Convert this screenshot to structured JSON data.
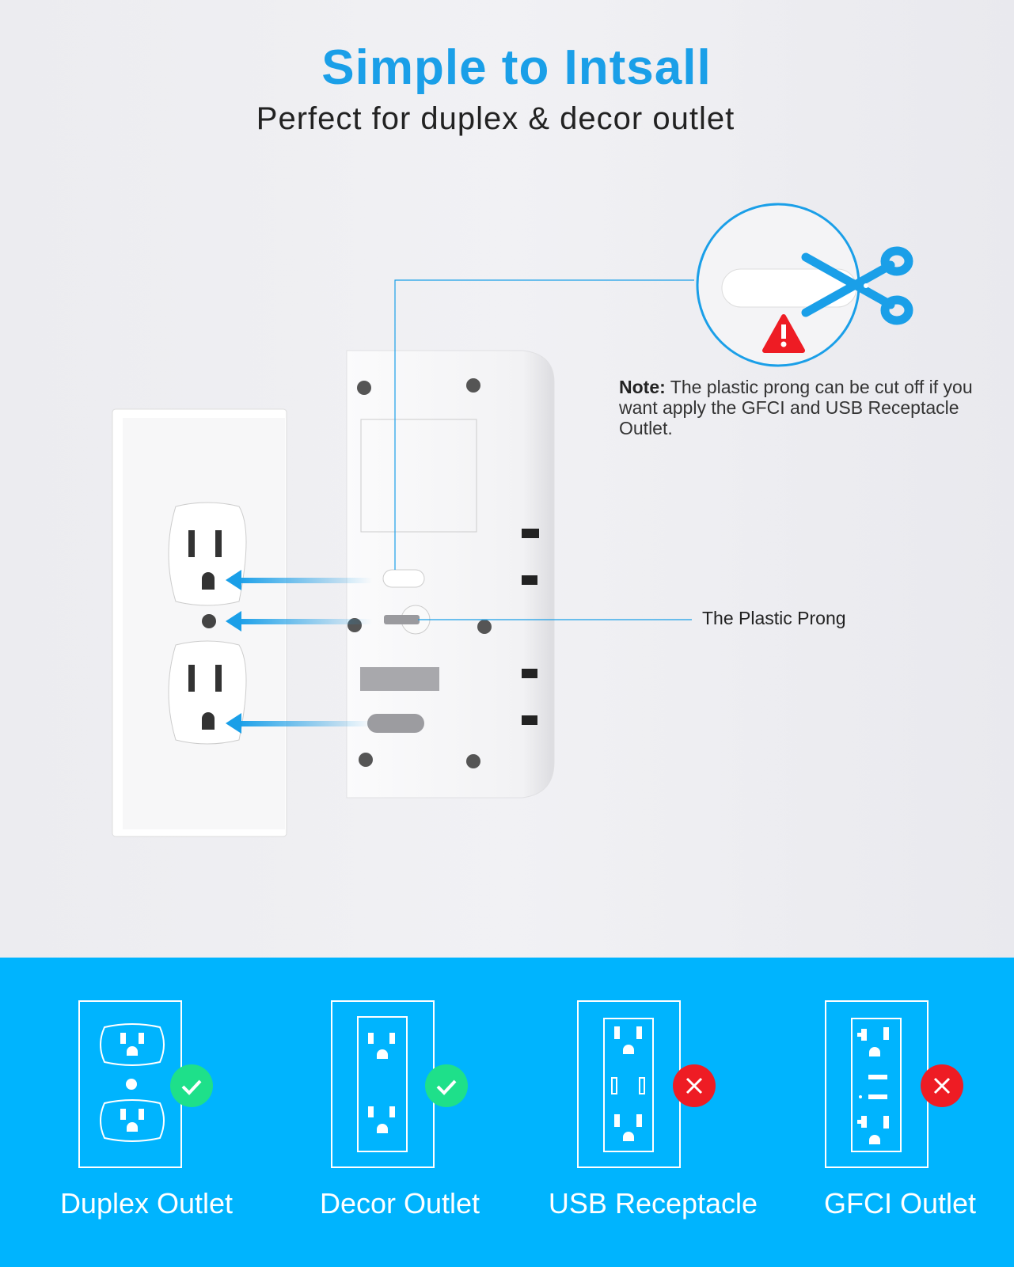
{
  "header": {
    "title": "Simple to Intsall",
    "subtitle": "Perfect for duplex & decor outlet"
  },
  "callouts": {
    "note_label": "Note:",
    "note_text": "The plastic prong can be cut off if you want apply the GFCI and USB Receptacle Outlet.",
    "prong_label": "The Plastic Prong"
  },
  "colors": {
    "title_blue": "#1a9fe8",
    "band_blue": "#00b4fe",
    "check_green": "#1ee08a",
    "cross_red": "#ee1c24"
  },
  "compatibility": [
    {
      "label": "Duplex Outlet",
      "supported": true,
      "icon": "duplex-outlet-icon"
    },
    {
      "label": "Decor Outlet",
      "supported": true,
      "icon": "decor-outlet-icon"
    },
    {
      "label": "USB Receptacle",
      "supported": false,
      "icon": "usb-receptacle-icon"
    },
    {
      "label": "GFCI Outlet",
      "supported": false,
      "icon": "gfci-outlet-icon"
    }
  ]
}
